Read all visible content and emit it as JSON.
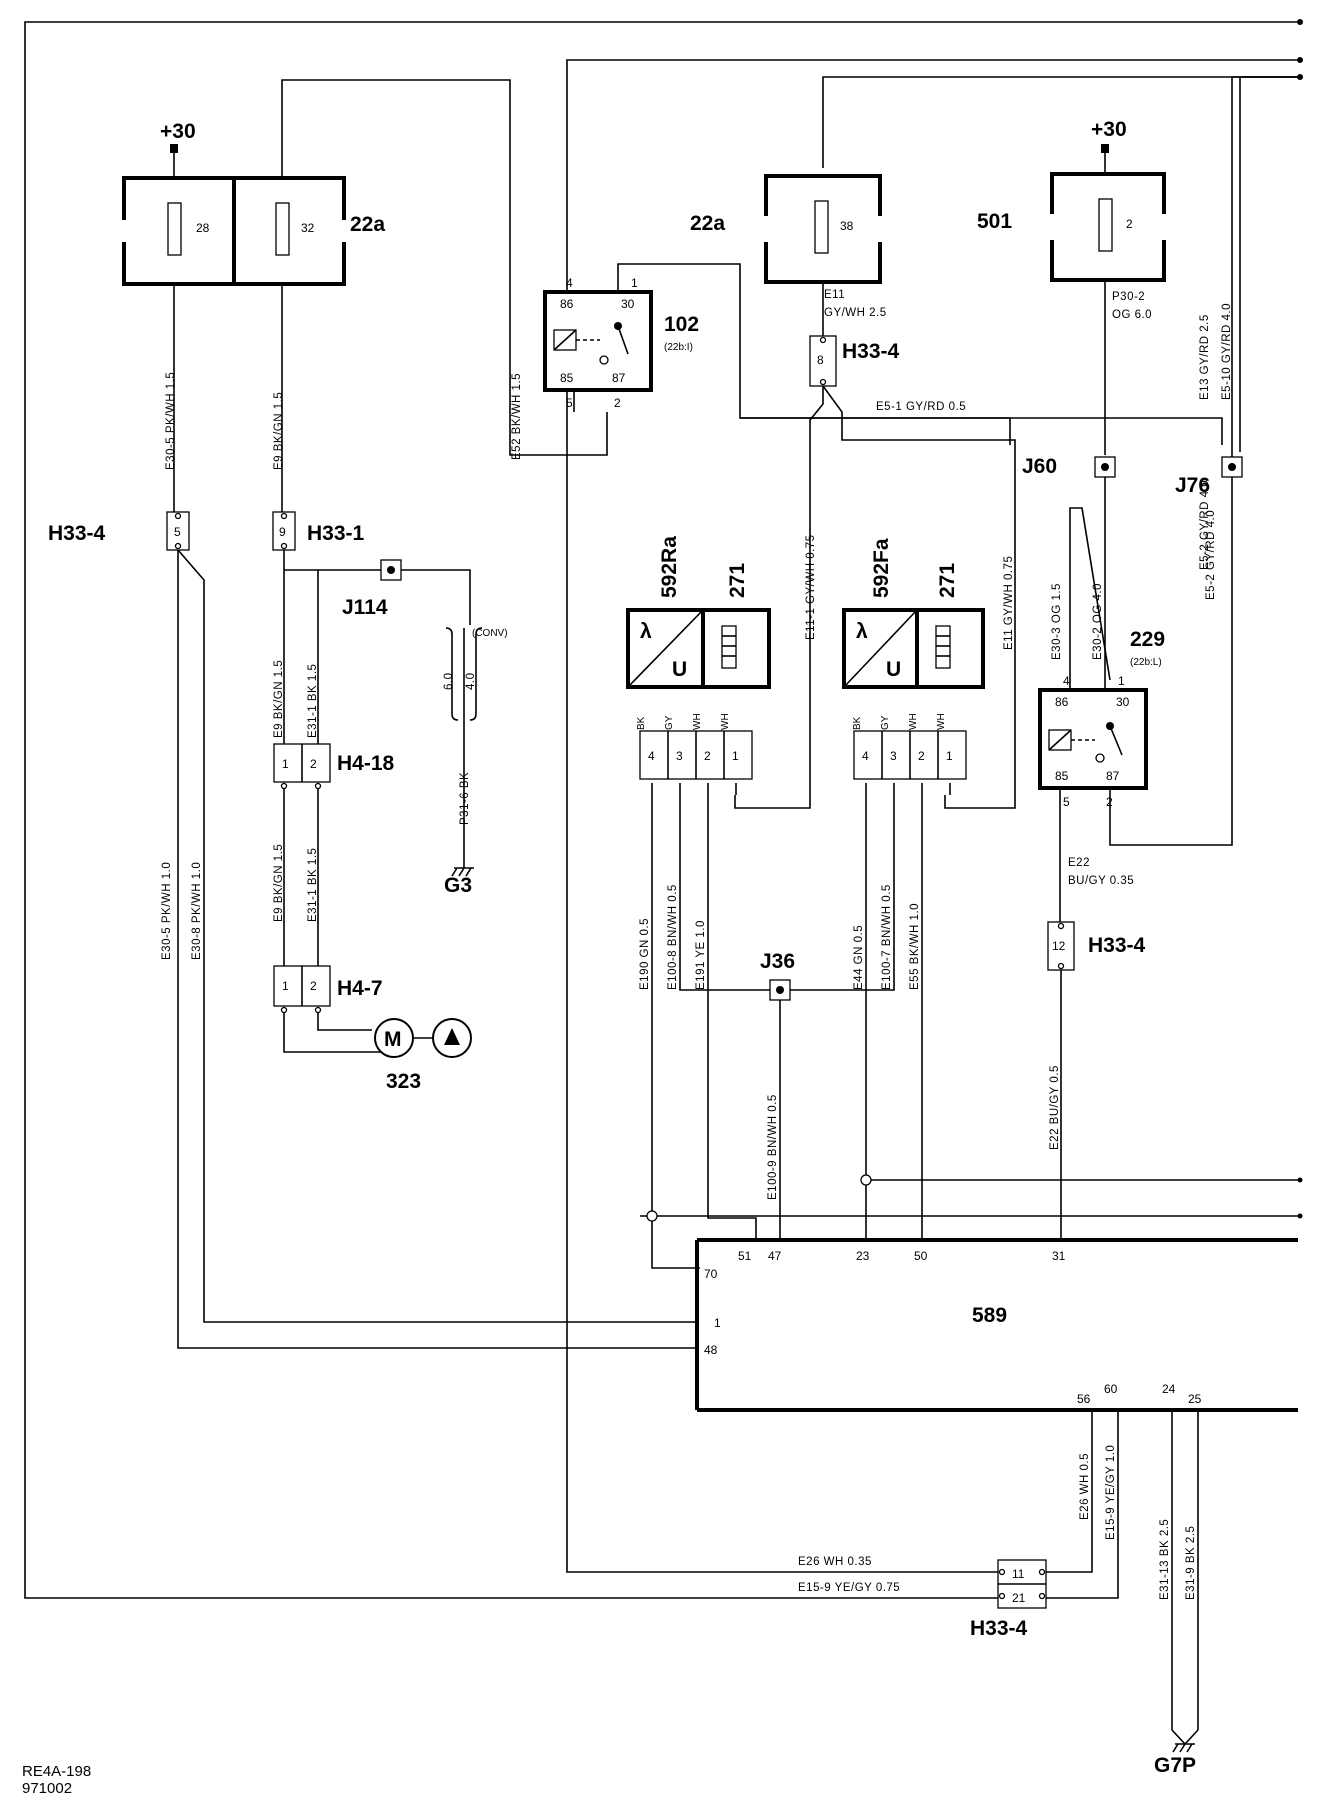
{
  "supply": {
    "plus30_left": "+30",
    "plus30_right": "+30"
  },
  "fuses": {
    "f28": {
      "num": "28",
      "block": "22a"
    },
    "f32": {
      "num": "32",
      "block": "22a"
    },
    "f38": {
      "num": "38",
      "block": "22a"
    },
    "f2": {
      "num": "2",
      "block": "501"
    }
  },
  "relay102": {
    "name": "102",
    "ref": "(22b:I)",
    "pin4": "4",
    "pin1": "1",
    "pin5": "5",
    "pin2": "2",
    "t86": "86",
    "t30": "30",
    "t85": "85",
    "t87": "87"
  },
  "relay229": {
    "name": "229",
    "ref": "(22b:L)",
    "pin4": "4",
    "pin1": "1",
    "pin5": "5",
    "pin2": "2",
    "t86": "86",
    "t30": "30",
    "t85": "85",
    "t87": "87"
  },
  "connectors": {
    "h33_4_left": {
      "name": "H33-4",
      "pin": "5"
    },
    "h33_1": {
      "name": "H33-1",
      "pin": "9"
    },
    "h33_4_top": {
      "name": "H33-4",
      "pin": "8"
    },
    "h33_4_mid": {
      "name": "H33-4",
      "pin": "12"
    },
    "h33_4_bottom": {
      "name": "H33-4",
      "pin_a": "11",
      "pin_b": "21"
    },
    "h4_18": {
      "name": "H4-18",
      "p1": "1",
      "p2": "2"
    },
    "h4_7": {
      "name": "H4-7",
      "p1": "1",
      "p2": "2"
    }
  },
  "splices": {
    "j114": "J114",
    "j60": "J60",
    "j76": "J76",
    "j36": "J36"
  },
  "sensors": {
    "front": {
      "sensor": "592Ra",
      "heater": "271",
      "lambda": "λ",
      "u": "U",
      "wires": [
        "BK",
        "GY",
        "WH",
        "WH"
      ],
      "pins": [
        "4",
        "3",
        "2",
        "1"
      ]
    },
    "rear": {
      "sensor": "592Fa",
      "heater": "271",
      "lambda": "λ",
      "u": "U",
      "wires": [
        "BK",
        "GY",
        "WH",
        "WH"
      ],
      "pins": [
        "4",
        "3",
        "2",
        "1"
      ]
    }
  },
  "motor": {
    "name": "323",
    "m": "M"
  },
  "grounds": {
    "g3": "G3",
    "g7p": "G7P"
  },
  "ecu": {
    "name": "589",
    "pins": {
      "p51": "51",
      "p47": "47",
      "p23": "23",
      "p50": "50",
      "p31": "31",
      "p70": "70",
      "p1": "1",
      "p48": "48",
      "p56": "56",
      "p60": "60",
      "p24": "24",
      "p25": "25"
    }
  },
  "wires": {
    "e30_5_top": "E30-5   PK/WH 1.5",
    "e9_top": "E9   BK/GN  1.5",
    "e52": "E52   BK/WH 1.5",
    "e11_a": "E11",
    "e11_b": "GY/WH 2.5",
    "e5_1": "E5-1    GY/RD  0.5",
    "p30_2_a": "P30-2",
    "p30_2_b": "OG 6.0",
    "e13": "E13   GY/RD  2.5",
    "e5_10": "E5-10   GY/RD  4.0",
    "e11_1": "E11-1   GY/WH 0.75",
    "e11_075": "E11    GY/WH 0.75",
    "e30_3": "E30-3    OG 1.5",
    "e30_2": "E30-2    OG 4.0",
    "e5_2": "E5-2    GY/RD  4.0",
    "e9_b": "E9  BK/GN  1.5",
    "e31_1_b": "E31-1    BK 1.5",
    "e9_c": "E9  BK/GN  1.5",
    "e31_1_c": "E31-1    BK 1.5",
    "conv": "(CONV)",
    "w60": "6.0",
    "w40": "4.0",
    "p31_6": "P31-6     BK",
    "pkwh_a": "E30-5    PK/WH 1.0",
    "pkwh_b": "E30-8    PK/WH 1.0",
    "e190": "E190   GN 0.5",
    "e100_8": "E100-8   BN/WH 0.5",
    "e191": "E191   YE 1.0",
    "e44": "E44   GN 0.5",
    "e100_7": "E100-7   BN/WH 0.5",
    "e55": "E55   BK/WH 1.0",
    "e22_a": "E22",
    "e22_b": "BU/GY  0.35",
    "e22_vert": "E22   BU/GY  0.5",
    "e100_9": "E100-9    BN/WH 0.5",
    "e26_vert": "E26   WH 0.5",
    "e15_9_vert": "E15-9   YE/GY  1.0",
    "e31_13": "E31-13    BK 2.5",
    "e31_9": "E31-9    BK 2.5",
    "e26_h": "E26   WH  0.35",
    "e15_9_h": "E15-9    YE/GY 0.75"
  },
  "footer": {
    "ref": "RE4A-198",
    "date": "971002"
  }
}
